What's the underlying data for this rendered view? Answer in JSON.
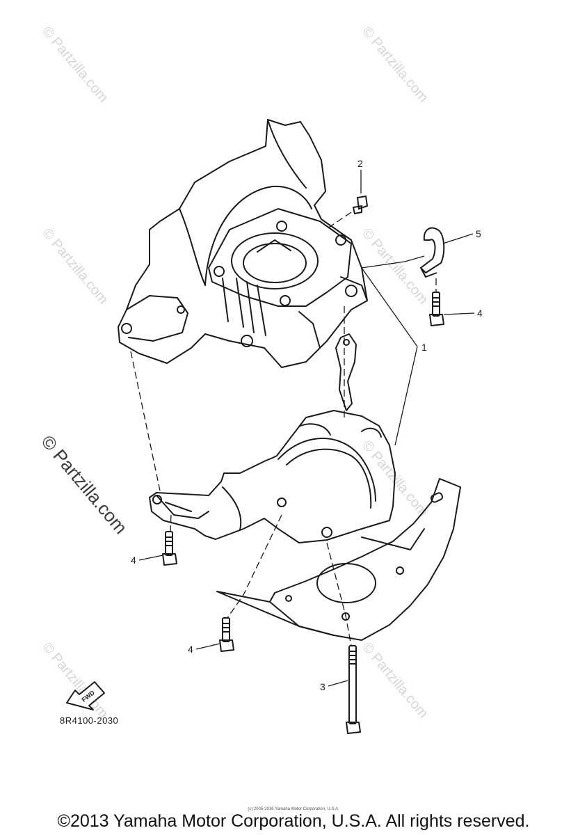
{
  "watermark": "© Partzilla.com",
  "callouts": {
    "c1": "1",
    "c2": "2",
    "c3": "3",
    "c4a": "4",
    "c4b": "4",
    "c4c": "4",
    "c5": "5"
  },
  "fwd_label": "FWD",
  "diagram_code": "8R4100-2030",
  "small_copyright": "(c) 2005-2016 Yamaha Motor Corporation, U.S.A.",
  "footer_copyright": "©2013 Yamaha Motor Corporation, U.S.A. All rights reserved.",
  "colors": {
    "line": "#1a1a1a",
    "watermark": "#d6d6d6",
    "paper": "#ffffff"
  },
  "icons": [
    "fwd-arrow-icon"
  ]
}
